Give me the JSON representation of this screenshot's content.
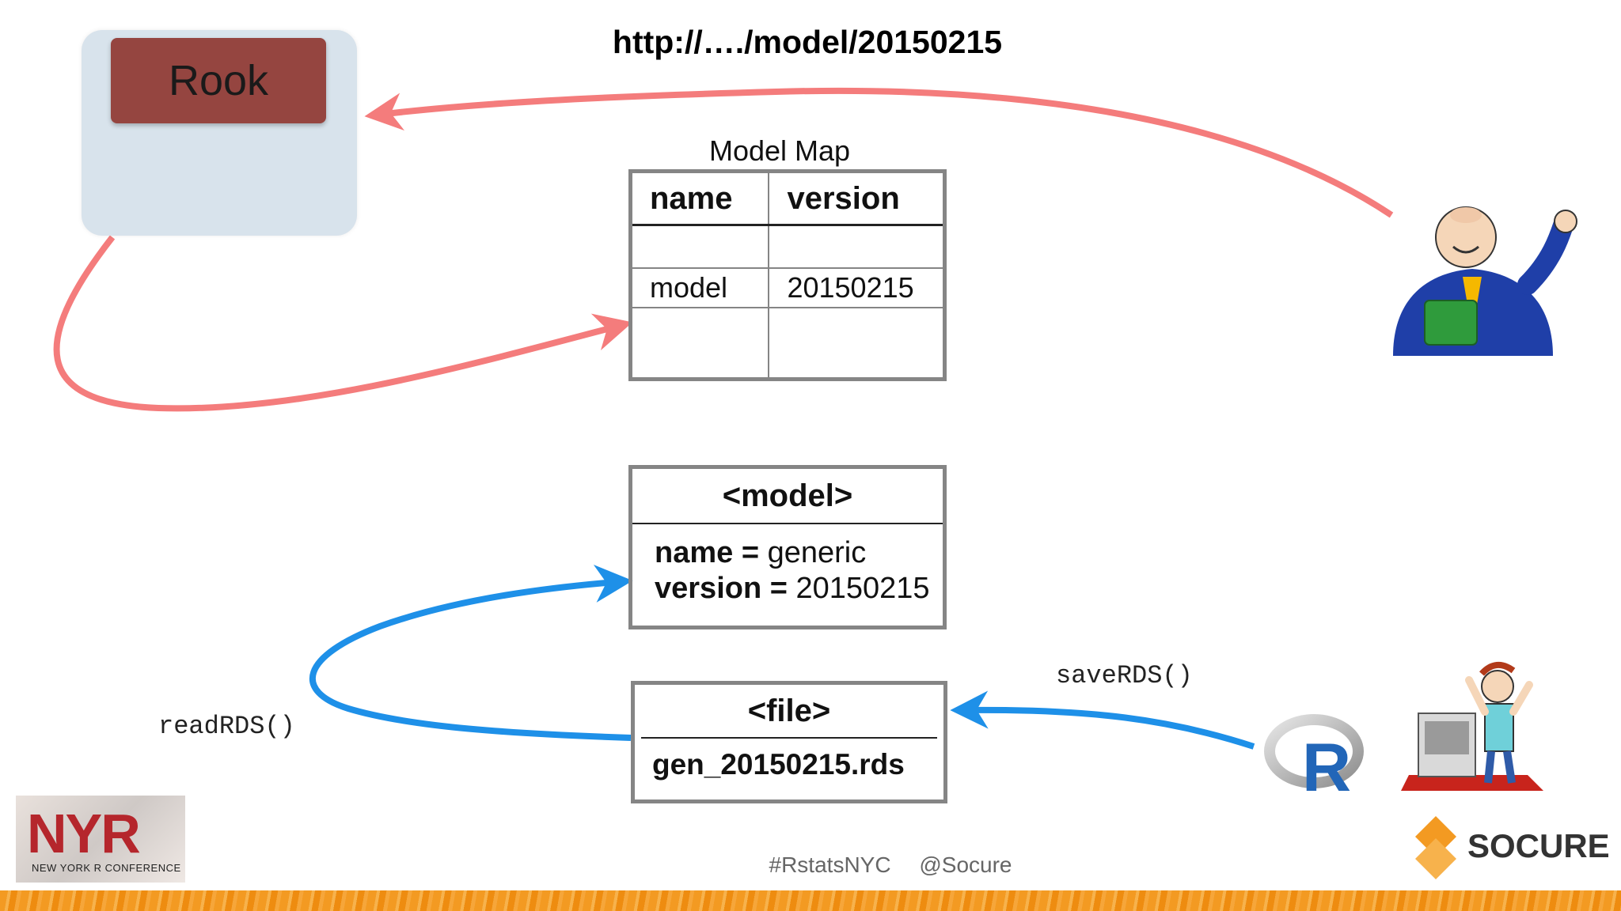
{
  "title_url": "http://…./model/20150215",
  "rook": {
    "label": "Rook"
  },
  "model_map": {
    "caption": "Model Map",
    "headers": [
      "name",
      "version"
    ],
    "rows": [
      [
        "",
        ""
      ],
      [
        "model",
        "20150215"
      ],
      [
        "",
        ""
      ]
    ]
  },
  "model_object": {
    "header": "<model>",
    "name_key": "name =",
    "name_value": "generic",
    "version_key": "version =",
    "version_value": "20150215"
  },
  "file_object": {
    "header": "<file>",
    "filename": "gen_20150215.rds"
  },
  "functions": {
    "read": "readRDS()",
    "save": "saveRDS()"
  },
  "footer": {
    "hashtag": "#RstatsNYC",
    "handle": "@Socure"
  },
  "logos": {
    "nyr_letters": "NYR",
    "nyr_sub": "NEW YORK R CONFERENCE",
    "socure": "SOCURE",
    "r_letter": "R"
  },
  "colors": {
    "request_arrow": "#f47c7c",
    "rds_arrow": "#1e90e8",
    "rook_button": "#954540",
    "r_logo": "#2266b8",
    "stripe": "#f39a22"
  }
}
